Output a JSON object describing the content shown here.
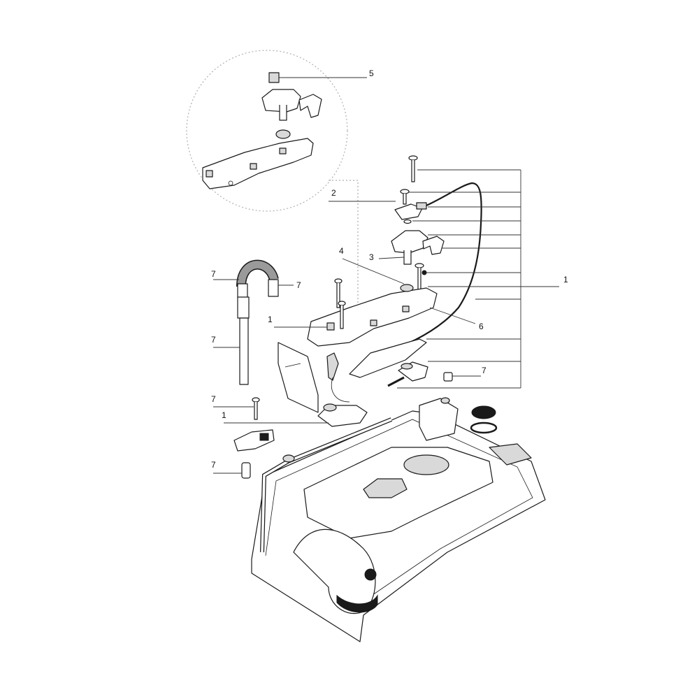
{
  "diagram": {
    "callouts": [
      {
        "id": "c5",
        "text": "5"
      },
      {
        "id": "c2",
        "text": "2"
      },
      {
        "id": "c4",
        "text": "4"
      },
      {
        "id": "c3",
        "text": "3"
      },
      {
        "id": "c1a",
        "text": "1"
      },
      {
        "id": "c6",
        "text": "6"
      },
      {
        "id": "c1b",
        "text": "1"
      },
      {
        "id": "c1c",
        "text": "1"
      },
      {
        "id": "c7a",
        "text": "7"
      },
      {
        "id": "c7b",
        "text": "7"
      },
      {
        "id": "c7c",
        "text": "7"
      },
      {
        "id": "c7d",
        "text": "7"
      },
      {
        "id": "c7e",
        "text": "7"
      },
      {
        "id": "c7f",
        "text": "7"
      }
    ]
  }
}
